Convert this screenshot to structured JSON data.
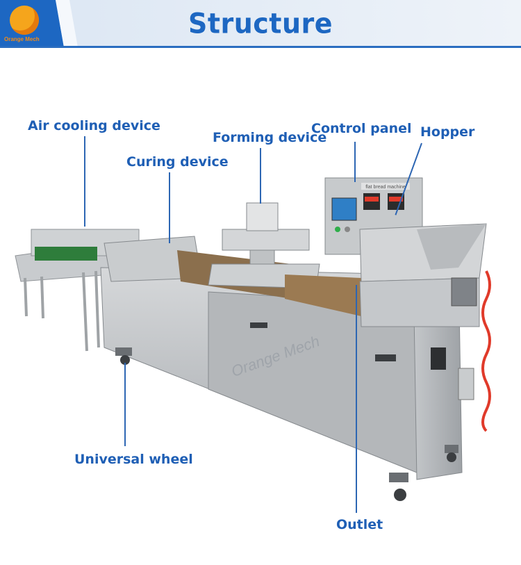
{
  "header": {
    "logo_text": "Orange Mech",
    "title": "Structure"
  },
  "labels": {
    "air_cooling": "Air cooling device",
    "curing": "Curing device",
    "forming": "Forming device",
    "control_panel": "Control panel",
    "hopper": "Hopper",
    "universal_wheel": "Universal wheel",
    "outlet": "Outlet"
  },
  "machine": {
    "panel_sign": "flat bread machine",
    "watermark": "Orange Mech"
  },
  "colors": {
    "header_blue": "#1d67c2",
    "label_blue": "#1f5fb5",
    "steel": "#b9bcbf",
    "belt": "#8b6f4d"
  }
}
